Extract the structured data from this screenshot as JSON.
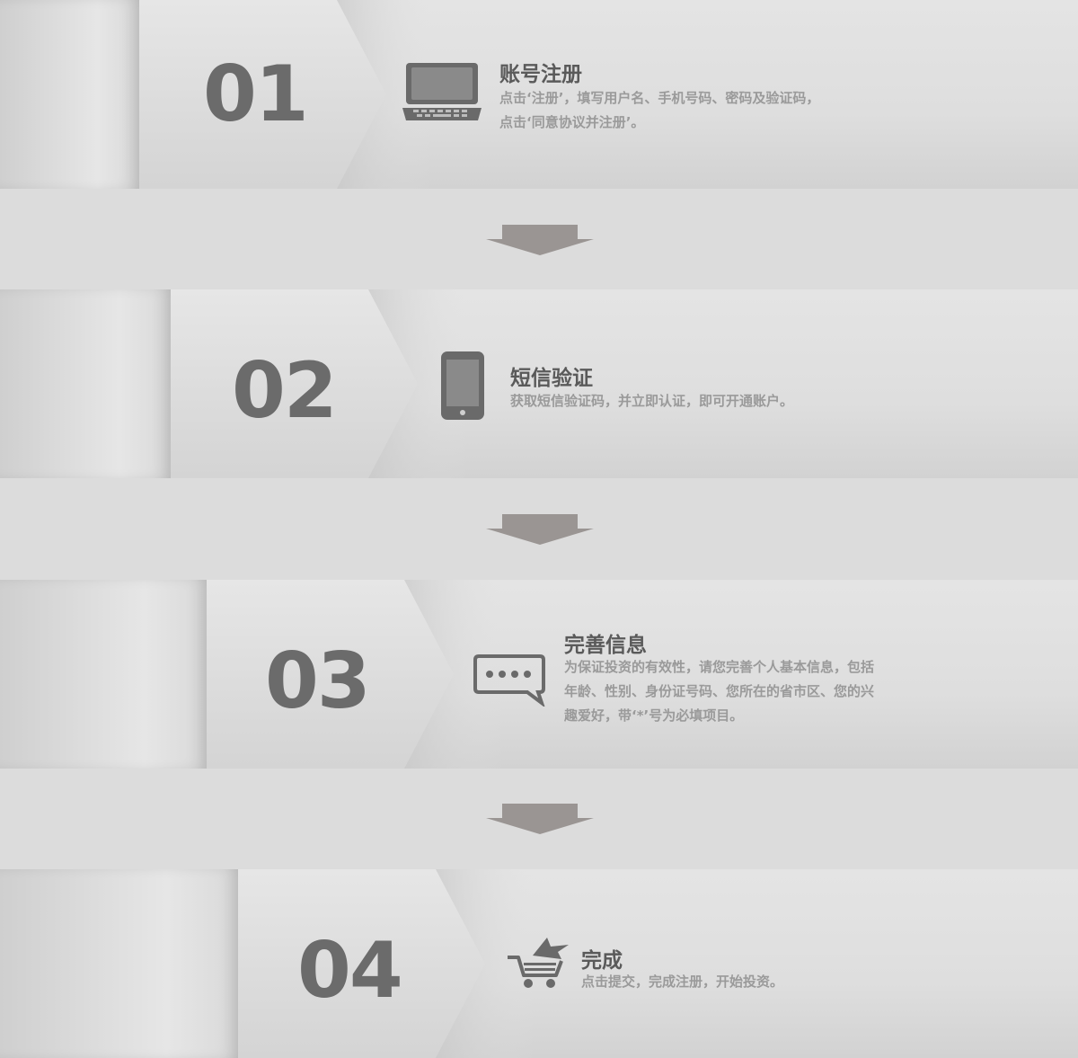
{
  "steps": [
    {
      "number": "01",
      "title": "账号注册",
      "desc_lines": [
        "点击‘注册’，填写用户名、手机号码、密码及验证码，",
        "点击‘同意协议并注册’。"
      ],
      "icon": "laptop-icon"
    },
    {
      "number": "02",
      "title": "短信验证",
      "desc_lines": [
        "获取短信验证码，并立即认证，即可开通账户。"
      ],
      "icon": "phone-icon"
    },
    {
      "number": "03",
      "title": "完善信息",
      "desc_lines": [
        "为保证投资的有效性，请您完善个人基本信息，包括",
        "年龄、性别、身份证号码、您所在的省市区、您的兴",
        "趣爱好，带‘*’号为必填项目。"
      ],
      "icon": "chat-bubble-icon"
    },
    {
      "number": "04",
      "title": "完成",
      "desc_lines": [
        "点击提交，完成注册，开始投资。"
      ],
      "icon": "cart-icon"
    }
  ],
  "colors": {
    "background": "#dcdcdc",
    "number": "#6b6b6b",
    "title": "#5a5a5a",
    "desc": "#9a9a9a",
    "icon": "#6a6a6a",
    "arrow": "#9a9593"
  }
}
